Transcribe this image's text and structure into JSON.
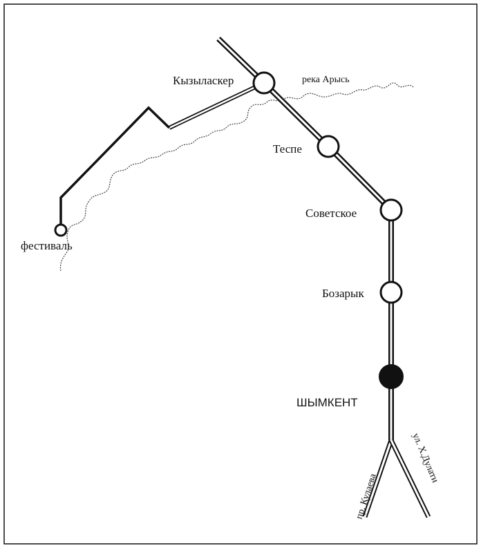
{
  "map": {
    "stations": [
      {
        "name": "Кызыласкер",
        "kind": "open"
      },
      {
        "name": "Теспе",
        "kind": "open"
      },
      {
        "name": "Советское",
        "kind": "open"
      },
      {
        "name": "Бозарык",
        "kind": "open"
      }
    ],
    "city": {
      "name": "ШЫМКЕНТ",
      "kind": "filled"
    },
    "destination": {
      "name": "фестиваль"
    },
    "river": {
      "name": "река Арысь"
    },
    "streets": [
      {
        "name": "пр. Кулаева"
      },
      {
        "name": "ул. Х.Дулати"
      }
    ],
    "colors": {
      "ink": "#111111",
      "paper": "#ffffff"
    }
  }
}
